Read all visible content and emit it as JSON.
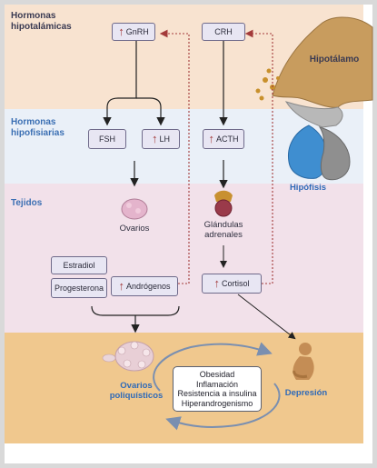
{
  "sections": {
    "hypothalamic": "Hormonas\nhipotalámicas",
    "pituitary": "Hormonas\nhipofisiarias",
    "tissues": "Tejidos"
  },
  "hormones": {
    "gnrh": "GnRH",
    "crh": "CRH",
    "fsh": "FSH",
    "lh": "LH",
    "acth": "ACTH",
    "estradiol": "Estradiol",
    "progesterona": "Progesterona",
    "androgenos": "Andrógenos",
    "cortisol": "Cortisol"
  },
  "organs": {
    "hipotalamo": "Hipotálamo",
    "hipofisis": "Hipófisis",
    "ovarios": "Ovarios",
    "glandulas": "Glándulas\nadrenales"
  },
  "outcomes": {
    "ovarios_poliquisticos": "Ovarios\npoliquísticos",
    "depresion": "Depresión",
    "comorbidities": [
      "Obesidad",
      "Inflamación",
      "Resistencia a insulina",
      "Hiperandrogenismo"
    ]
  },
  "colors": {
    "increase_arrow": "#a33a3a",
    "feedback_dotted": "#a33a3a",
    "label_blue": "#2f6ab8"
  }
}
